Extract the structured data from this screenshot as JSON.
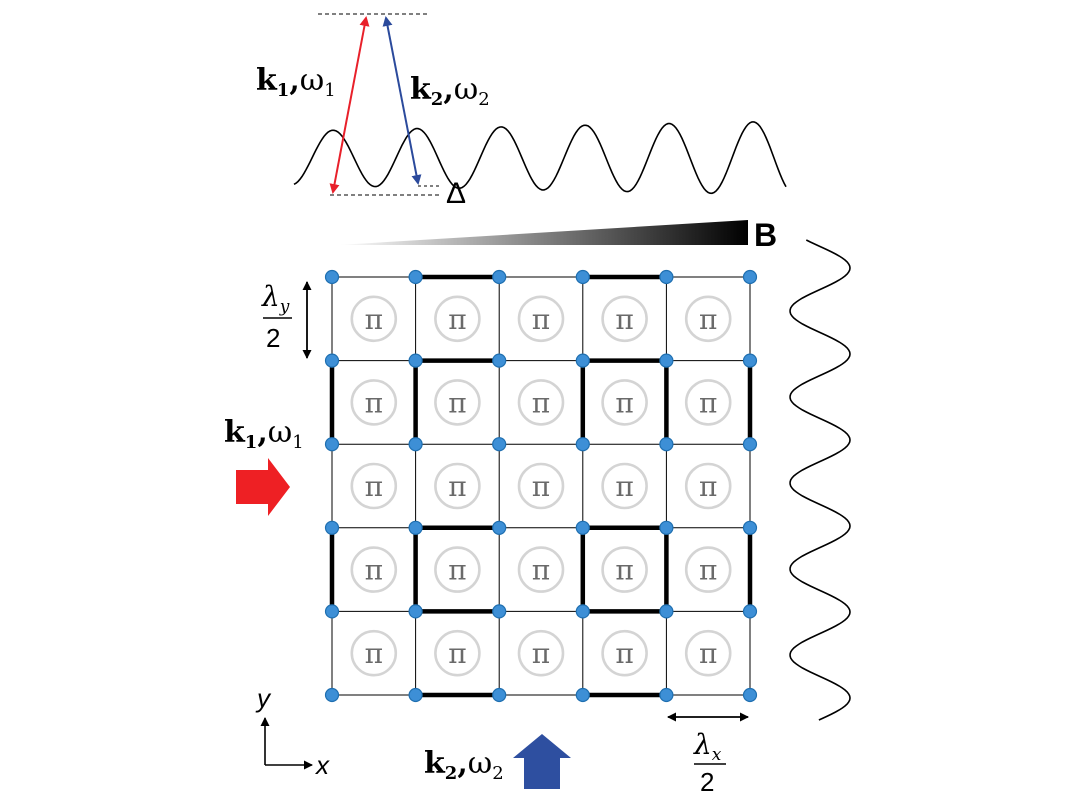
{
  "top_scheme": {
    "beam1_label": "k₁,ω₁",
    "beam2_label": "k₂,ω₂",
    "detuning_label": "Δ",
    "beam1_color": "#e8202a",
    "beam2_color": "#2b4a9c"
  },
  "field_gradient": {
    "label": "B",
    "start_color": "#ffffff",
    "end_color": "#000000"
  },
  "lattice": {
    "rows": 6,
    "cols": 6,
    "plaquette_phase": "π",
    "site_color": "#3d8fd6",
    "site_stroke": "#1f6fb0",
    "spacing_y_label": "λy",
    "spacing_y_sub": "y",
    "spacing_y_main": "λ",
    "spacing_y_denominator": "2",
    "spacing_x_main": "λ",
    "spacing_x_sub": "x",
    "spacing_x_denominator": "2"
  },
  "left_beam": {
    "label_k": "k",
    "label_sub": "1",
    "label_omega": "ω",
    "label_omega_sub": "1",
    "arrow_color": "#ee2024"
  },
  "bottom_beam": {
    "label_k": "k",
    "label_sub": "2",
    "label_omega": "ω",
    "label_omega_sub": "2",
    "arrow_color": "#2e4fa0"
  },
  "axes": {
    "x_label": "x",
    "y_label": "y"
  }
}
